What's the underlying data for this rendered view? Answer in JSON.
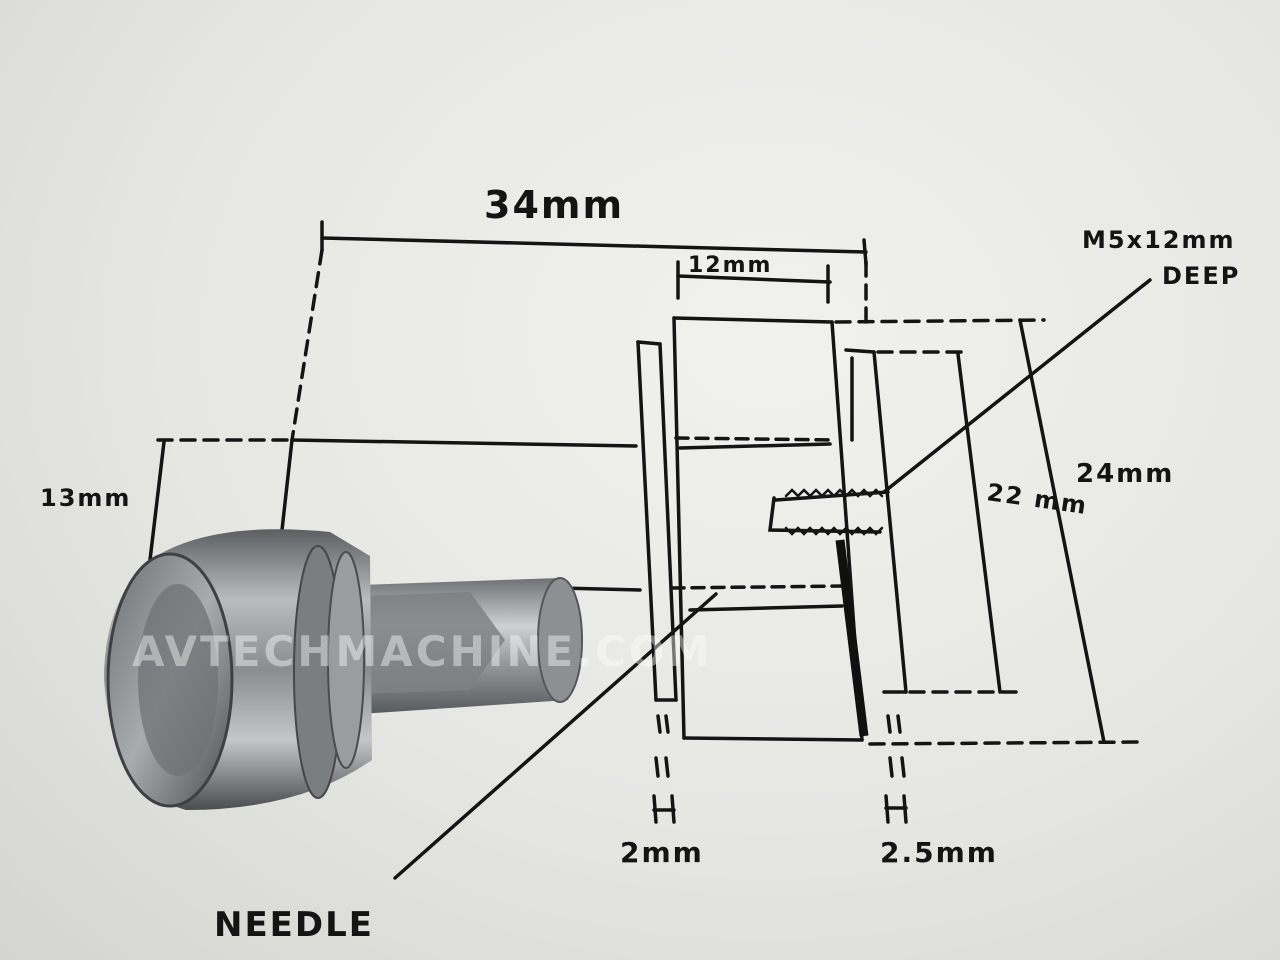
{
  "drawing": {
    "dim_overall_length": "34mm",
    "dim_body_width": "12mm",
    "dim_thread": "M5x12mm",
    "dim_thread_depth": "DEEP",
    "dim_stud_height": "13mm",
    "dim_inner_height": "22 mm",
    "dim_outer_height": "24mm",
    "dim_left_gap": "2mm",
    "dim_right_gap": "2.5mm",
    "label_needle": "NEEDLE"
  },
  "watermark": {
    "text": "AVTECHMACHINE.COM"
  },
  "colors": {
    "ink": "#141414",
    "paper": "#ecece9",
    "metal": "#8a8c8e"
  }
}
